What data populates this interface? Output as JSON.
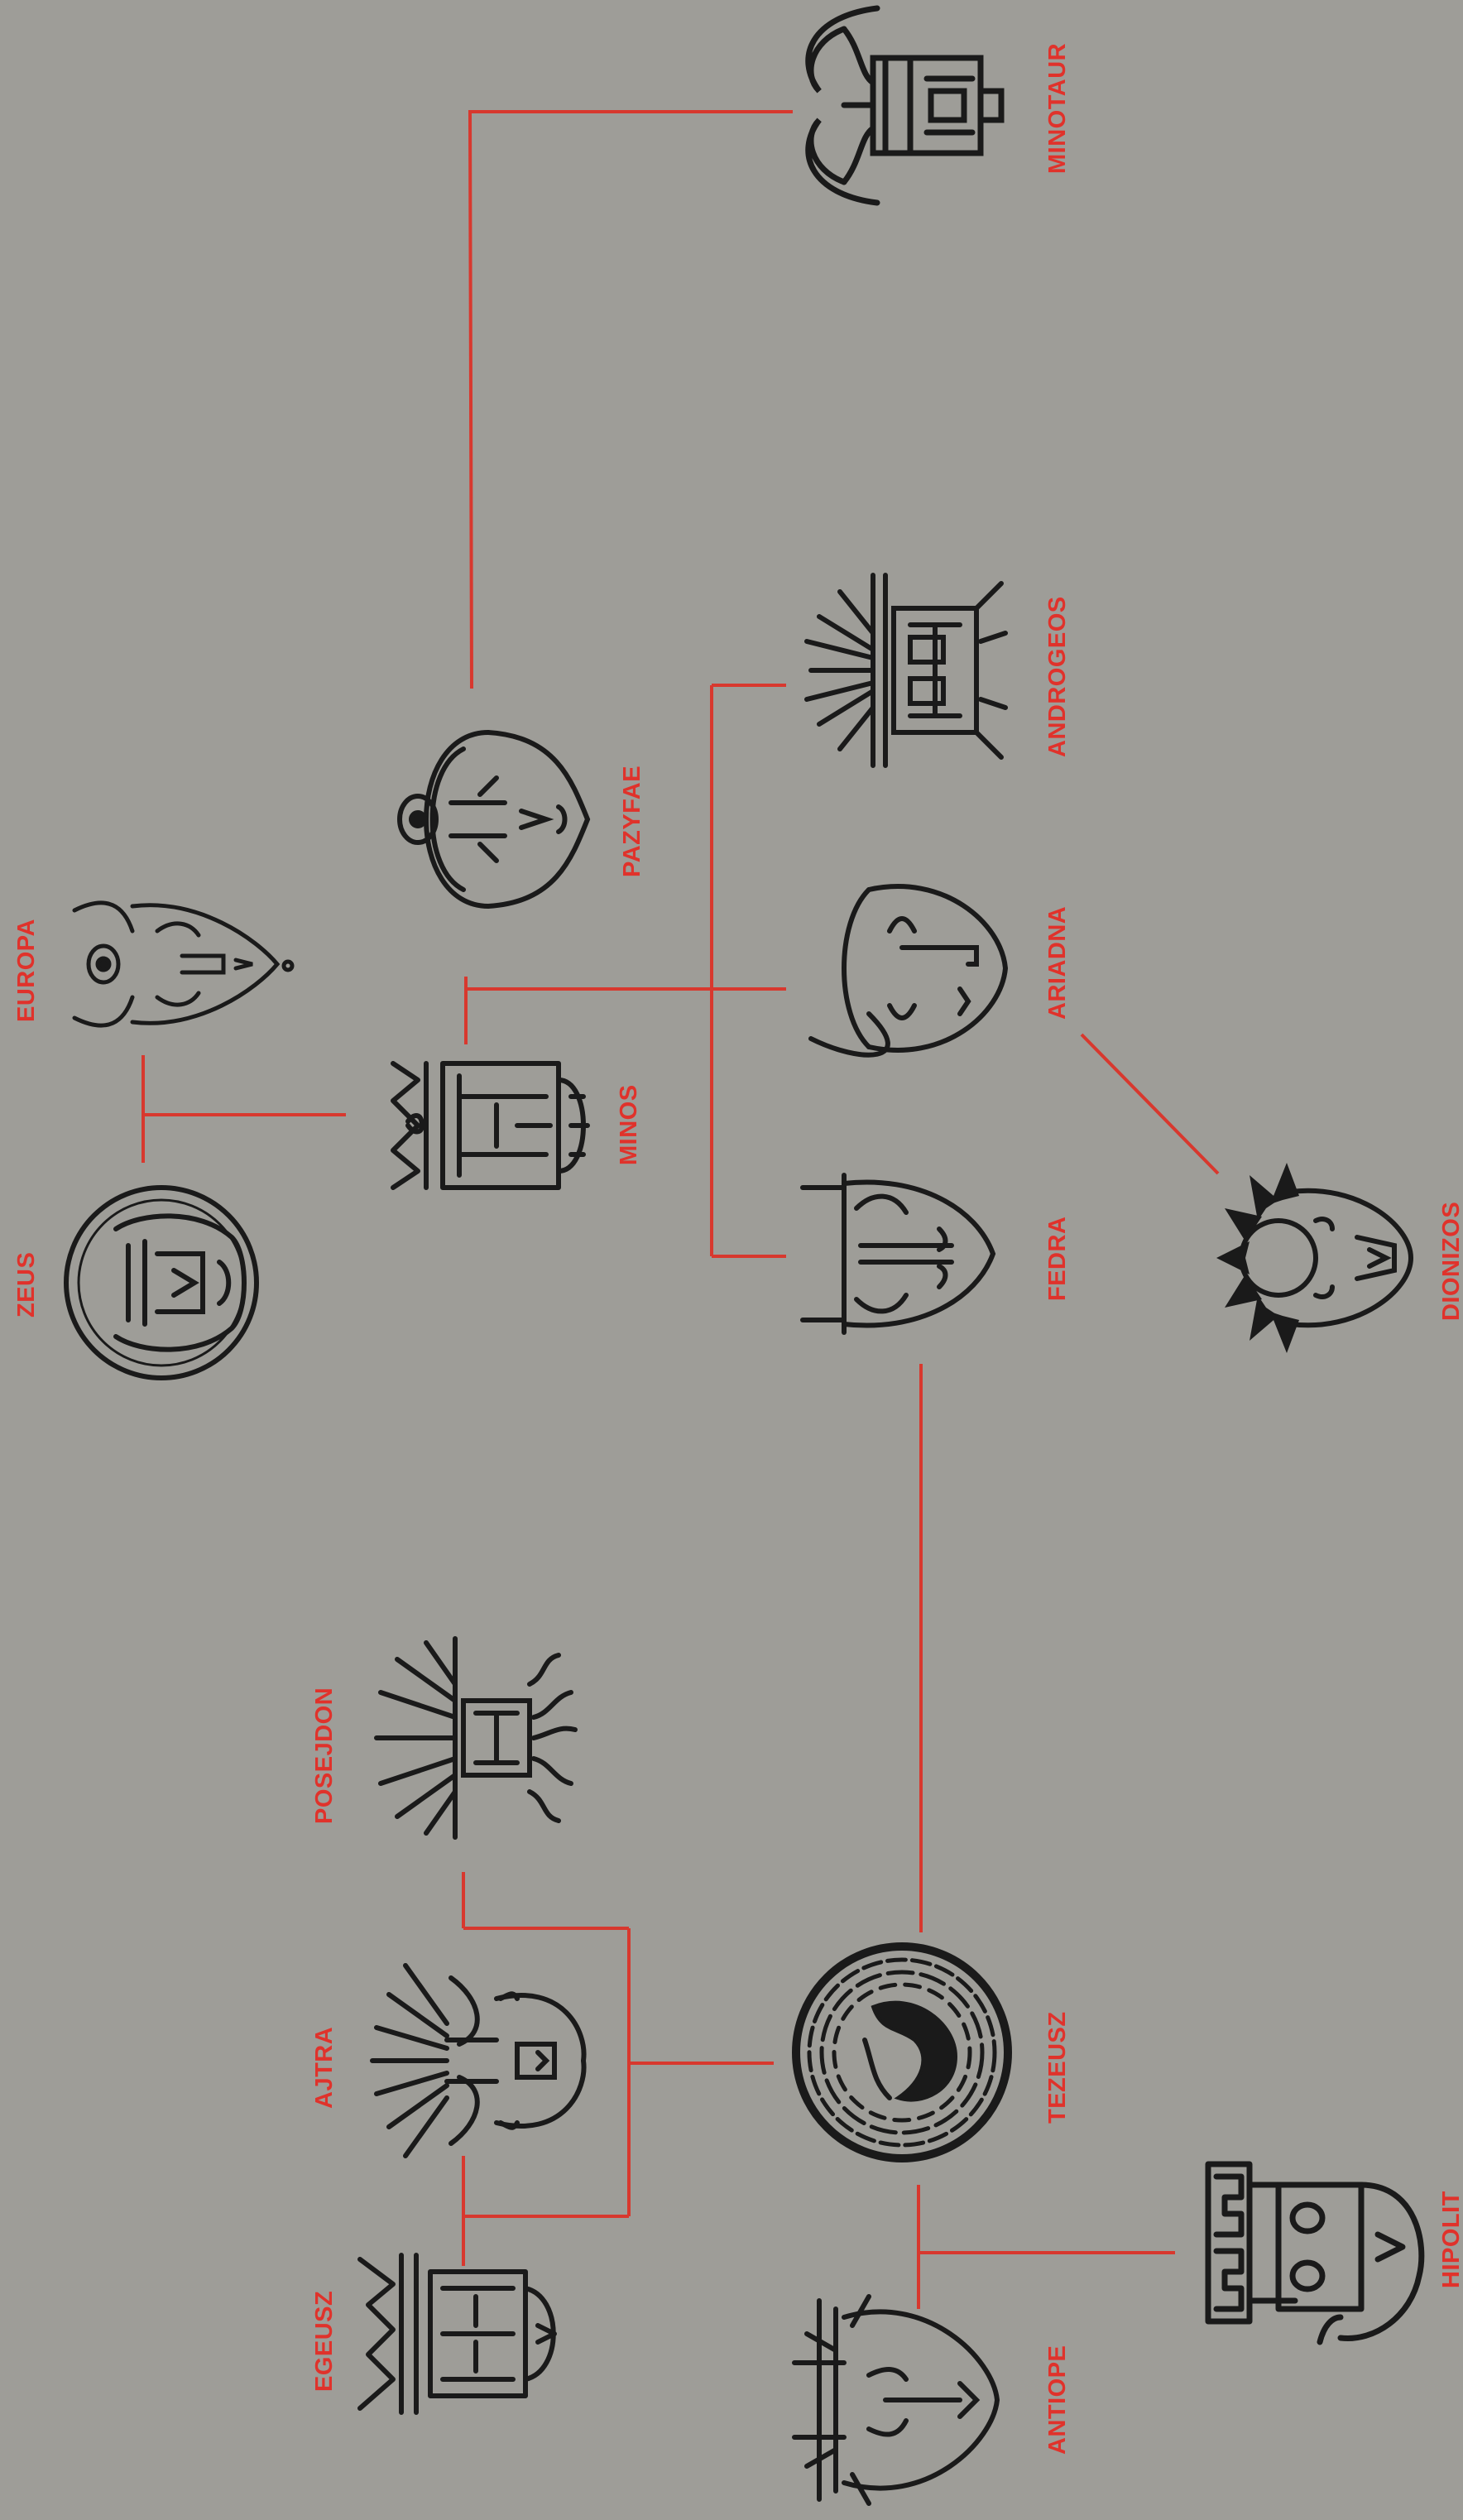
{
  "colors": {
    "background": "#9e9d98",
    "link": "#d8382e",
    "label": "#e0322b",
    "ink": "#1a1a1a"
  },
  "labels": {
    "minotaur": "MINOTAUR",
    "androgeos": "ANDROGEOS",
    "pazyfae": "PAZYFAE",
    "ariadna": "ARIADNA",
    "europa": "EUROPA",
    "minos": "MINOS",
    "zeus": "ZEUS",
    "fedra": "FEDRA",
    "dionizos": "DIONIZOS",
    "posejdon": "POSEJDON",
    "ajtra": "AJTRA",
    "tezeusz": "TEZEUSZ",
    "egeusz": "EGEUSZ",
    "antiope": "ANTIOPE",
    "hipolit": "HIPOLIT"
  },
  "icons": {
    "minotaur": "bull-mask-icon",
    "androgeos": "sunburst-mask-icon",
    "pazyfae": "sun-priestess-mask-icon",
    "ariadna": "maiden-mask-icon",
    "europa": "europa-mask-icon",
    "minos": "crowned-king-mask-icon",
    "zeus": "bearded-god-medallion-icon",
    "fedra": "serene-mask-icon",
    "dionizos": "leaf-crown-mask-icon",
    "posejdon": "sea-god-mask-icon",
    "ajtra": "winged-mask-icon",
    "tezeusz": "labyrinth-medallion-icon",
    "egeusz": "crowned-elder-mask-icon",
    "antiope": "amazon-mask-icon",
    "hipolit": "greek-key-helmet-mask-icon"
  }
}
